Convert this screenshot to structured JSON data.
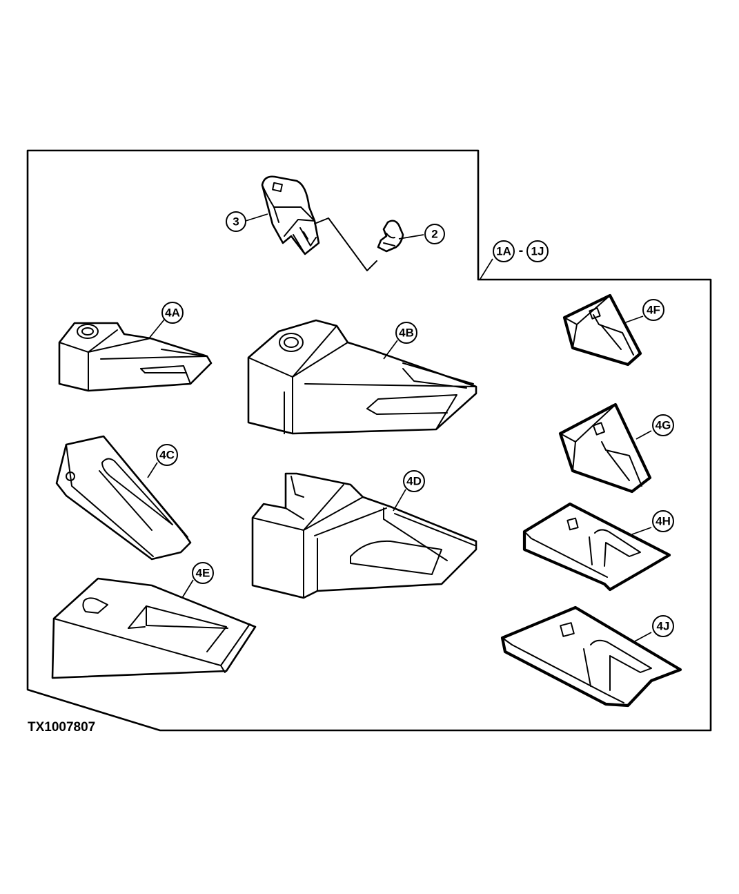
{
  "figure_id": "TX1007807",
  "callouts": {
    "c3": "3",
    "c2": "2",
    "c1a": "1A",
    "range_separator": "-",
    "c1j": "1J",
    "c4a": "4A",
    "c4b": "4B",
    "c4c": "4C",
    "c4d": "4D",
    "c4e": "4E",
    "c4f": "4F",
    "c4g": "4G",
    "c4h": "4H",
    "c4j": "4J"
  }
}
